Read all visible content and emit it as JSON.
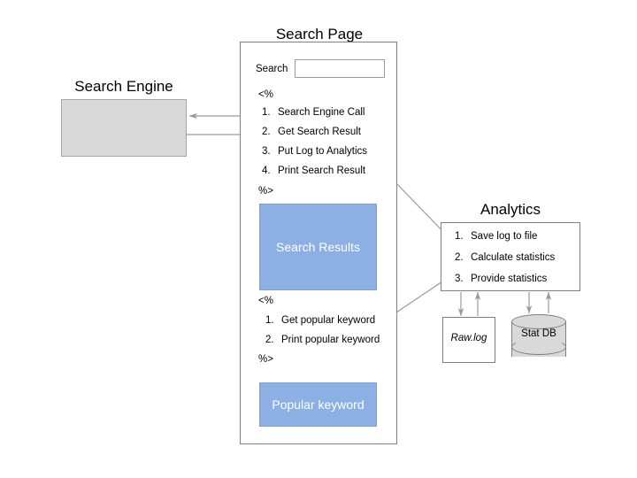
{
  "diagram": {
    "search_engine": {
      "title": "Search Engine"
    },
    "search_page": {
      "title": "Search Page",
      "search_label": "Search",
      "search_value": "",
      "search_placeholder": "",
      "code_open_1": "<%",
      "code_close_1": "%>",
      "code_open_2": "<%",
      "code_close_2": "%>",
      "steps": [
        {
          "num": "1.",
          "text": "Search Engine Call"
        },
        {
          "num": "2.",
          "text": "Get Search Result"
        },
        {
          "num": "3.",
          "text": "Put Log to Analytics"
        },
        {
          "num": "4.",
          "text": "Print Search Result"
        }
      ],
      "keyword_steps": [
        {
          "num": "1.",
          "text": "Get popular keyword"
        },
        {
          "num": "2.",
          "text": "Print popular keyword"
        }
      ],
      "search_results_panel": "Search Results",
      "popular_keyword_panel": "Popular keyword"
    },
    "analytics": {
      "title": "Analytics",
      "steps": [
        {
          "num": "1.",
          "text": "Save log to file"
        },
        {
          "num": "2.",
          "text": "Calculate statistics"
        },
        {
          "num": "3.",
          "text": "Provide statistics"
        }
      ]
    },
    "storage": {
      "raw_log": "Raw.log",
      "stat_db": "Stat DB"
    },
    "colors": {
      "gray_fill": "#d9d9d9",
      "gray_stroke": "#808080",
      "blue_fill": "#8cb0e4",
      "blue_stroke": "#7f9fcf",
      "arrow": "#9a9a9a",
      "text": "#000000",
      "panel_text": "#ffffff"
    }
  }
}
